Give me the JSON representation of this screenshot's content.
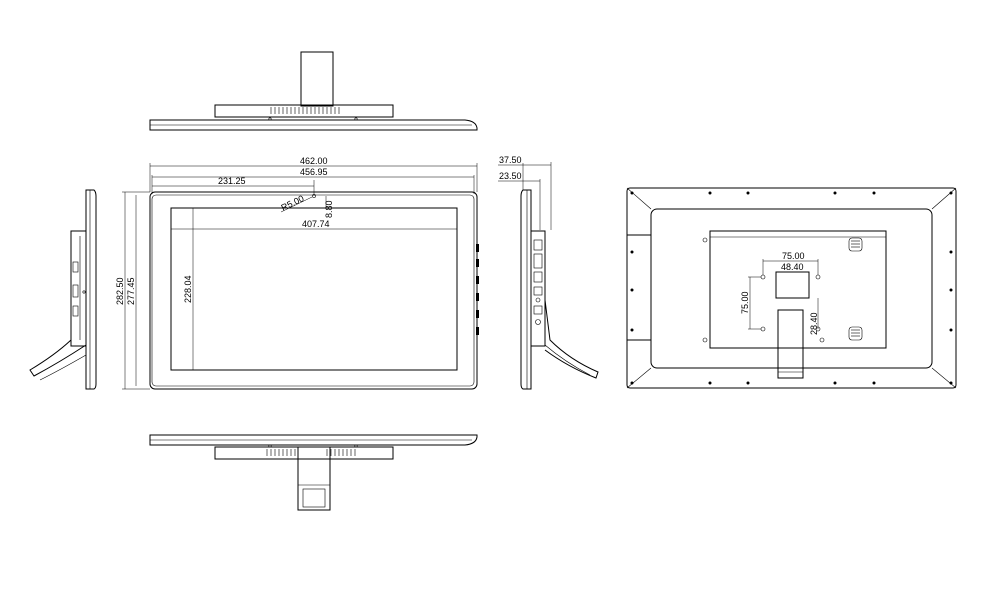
{
  "dimensions": {
    "overall_width": "462.00",
    "inner_width": "456.95",
    "center_offset": "231.25",
    "radius": "R5.00",
    "top_offset": "8.80",
    "active_width": "407.74",
    "overall_height": "282.50",
    "inner_height": "277.45",
    "active_height": "228.04",
    "depth_total": "37.50",
    "depth_body": "23.50",
    "vesa_outer": "75.00",
    "vesa_inner": "48.40",
    "vesa_vertical": "75.00",
    "vesa_offset": "28.40"
  },
  "views": [
    "top-view",
    "front-view",
    "left-side-view",
    "right-side-view",
    "bottom-view",
    "rear-view"
  ]
}
